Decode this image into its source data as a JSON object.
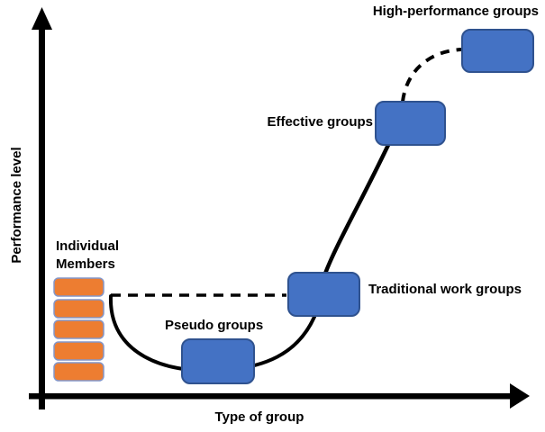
{
  "diagram": {
    "y_axis_label": "Performance level",
    "x_axis_label": "Type of group",
    "nodes": {
      "individual_members": {
        "label_line1": "Individual",
        "label_line2": "Members",
        "shape": "stack-of-5-rounded-rects",
        "count": 5
      },
      "pseudo_groups": {
        "label": "Pseudo groups"
      },
      "traditional_work_groups": {
        "label": "Traditional work groups"
      },
      "effective_groups": {
        "label": "Effective groups"
      },
      "high_performance_groups": {
        "label": "High-performance groups"
      }
    },
    "connectors": [
      {
        "id": "members-to-traditional-direct",
        "style": "dashed",
        "from": "individual_members",
        "to": "traditional_work_groups"
      },
      {
        "id": "members-to-traditional-via-pseudo",
        "style": "solid-u-curve",
        "from": "individual_members",
        "to": "traditional_work_groups",
        "via": "pseudo_groups"
      },
      {
        "id": "traditional-to-effective",
        "style": "solid",
        "from": "traditional_work_groups",
        "to": "effective_groups"
      },
      {
        "id": "effective-to-high-performance",
        "style": "dashed",
        "from": "effective_groups",
        "to": "high_performance_groups"
      }
    ],
    "colors": {
      "node_fill": "#4472C4",
      "node_border": "#2F528F",
      "member_fill": "#ED7D31",
      "member_border": "#8496C8",
      "connector": "#000000",
      "axis": "#000000",
      "background": "#FFFFFF",
      "text": "#000000"
    }
  }
}
